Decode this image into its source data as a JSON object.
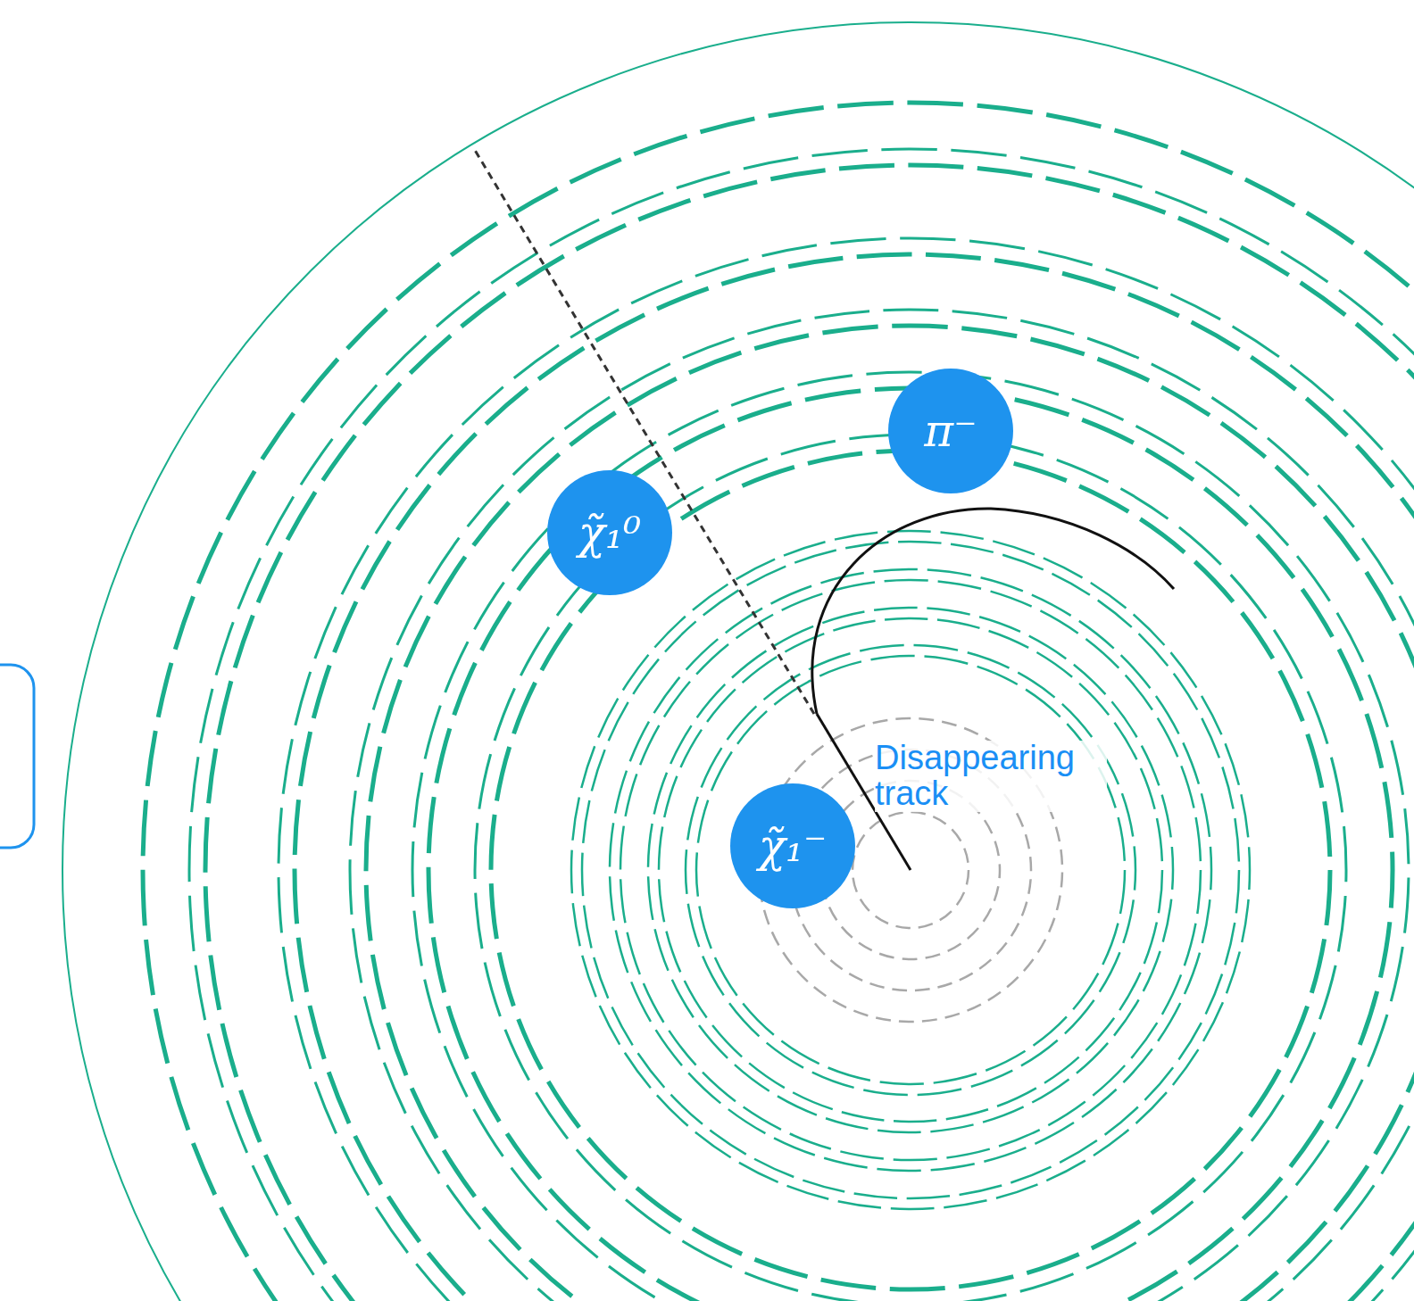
{
  "diagram": {
    "nodes": [
      {
        "text": [
          "π⁻"
        ]
      },
      {
        "text": [
          "χ̃₁⁰"
        ]
      },
      {
        "text": [
          "χ̃₁⁻"
        ]
      }
    ],
    "labels": [
      "Disappearing track"
    ]
  }
}
